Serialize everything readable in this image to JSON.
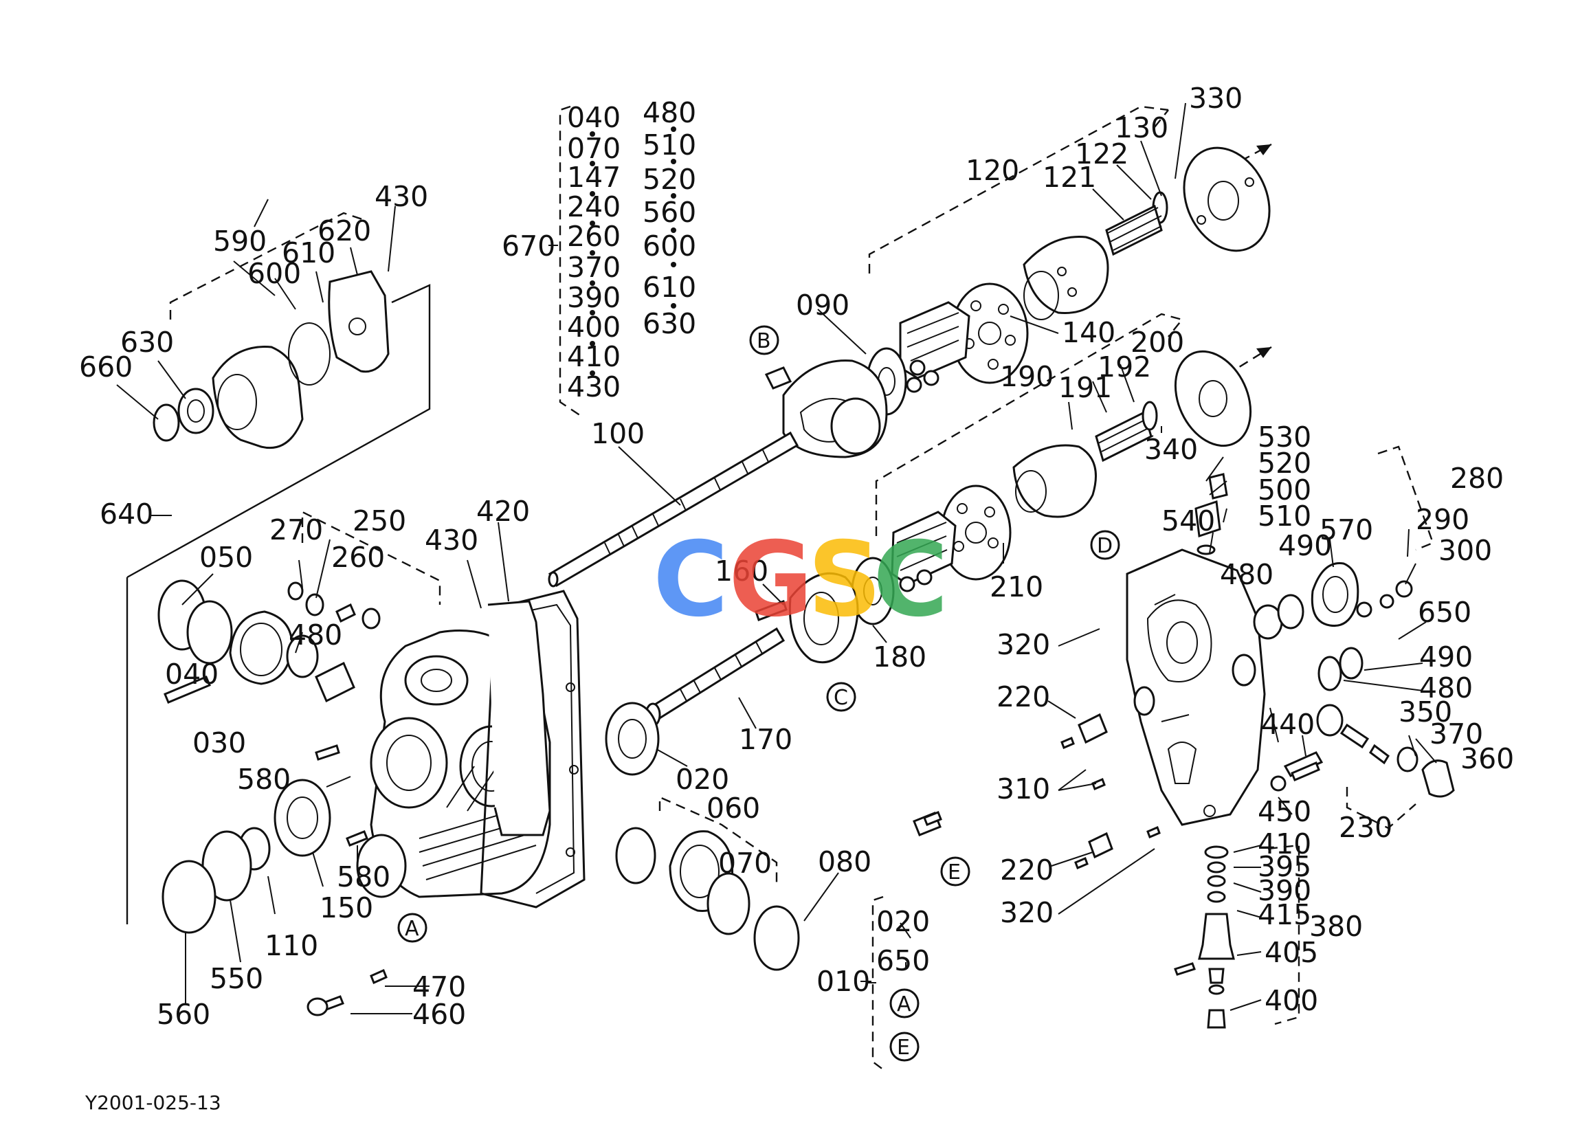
{
  "diagram": {
    "code": "Y2001-025-13",
    "watermark": {
      "letters": [
        "C",
        "G",
        "S",
        "C"
      ],
      "colors": [
        "#4285F4",
        "#EA4335",
        "#FBBC05",
        "#34A853"
      ]
    },
    "reference_circles": [
      "A",
      "B",
      "C",
      "D",
      "E"
    ],
    "group_670": {
      "label": "670",
      "left_column": [
        "040",
        "070",
        "147",
        "240",
        "260",
        "370",
        "390",
        "400",
        "410",
        "430"
      ],
      "right_column": [
        "480",
        "510",
        "520",
        "560",
        "600",
        "610",
        "630"
      ]
    },
    "group_010": {
      "label": "010",
      "items": [
        "020",
        "650"
      ]
    },
    "callouts": {
      "p330": "330",
      "p130": "130",
      "p122": "122",
      "p121": "121",
      "p120": "120",
      "p090": "090",
      "p140": "140",
      "p200": "200",
      "p192": "192",
      "p191": "191",
      "p190": "190",
      "p340": "340",
      "p100": "100",
      "p160": "160",
      "p180": "180",
      "p210": "210",
      "p170": "170",
      "p430a": "430",
      "p590": "590",
      "p600": "600",
      "p610": "610",
      "p620": "620",
      "p630": "630",
      "p660": "660",
      "p640": "640",
      "p270": "270",
      "p250": "250",
      "p260": "260",
      "p050": "050",
      "p480a": "480",
      "p040": "040",
      "p030": "030",
      "p430b": "430",
      "p420": "420",
      "p580a": "580",
      "p580b": "580",
      "p150": "150",
      "p110": "110",
      "p550": "550",
      "p560": "560",
      "p470": "470",
      "p460": "460",
      "p020": "020",
      "p060": "060",
      "p070": "070",
      "p080": "080",
      "p530": "530",
      "p520": "520",
      "p500": "500",
      "p510": "510",
      "p540": "540",
      "p480b": "480",
      "p490a": "490",
      "p570": "570",
      "p280": "280",
      "p290": "290",
      "p300": "300",
      "p650": "650",
      "p490b": "490",
      "p480c": "480",
      "p350": "350",
      "p370": "370",
      "p360": "360",
      "p230": "230",
      "p440": "440",
      "p450": "450",
      "p320a": "320",
      "p220a": "220",
      "p310": "310",
      "p220b": "220",
      "p320b": "320",
      "p410": "410",
      "p395": "395",
      "p390": "390",
      "p415": "415",
      "p380": "380",
      "p405": "405",
      "p400": "400"
    }
  }
}
